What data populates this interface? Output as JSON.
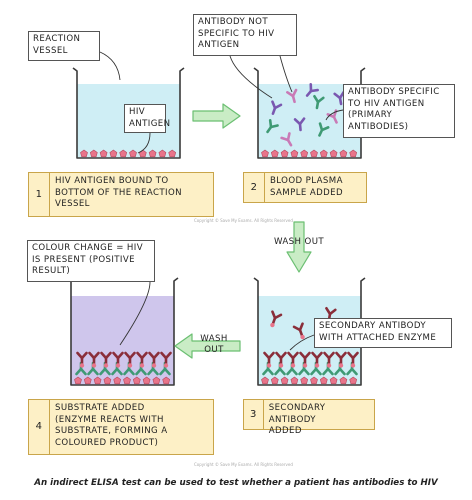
{
  "colors": {
    "liquid_blue": "#cfeef5",
    "liquid_purple": "#cfc6ec",
    "antigen": "#e8748a",
    "primary_antibody_purple": "#7a58b0",
    "primary_antibody_pink": "#c97ab6",
    "primary_antibody_green": "#3f9a74",
    "secondary_antibody": "#8a2e3a",
    "step_box_fill": "#fdf0c6",
    "arrow_fill": "#c9ecc5",
    "arrow_stroke": "#6bbf72"
  },
  "labels": {
    "reaction_vessel": "REACTION\nVESSEL",
    "hiv_antigen": "HIV\nANTIGEN",
    "antibody_not_specific": "ANTIBODY NOT\nSPECIFIC TO HIV\nANTIGEN",
    "antibody_specific": "ANTIBODY SPECIFIC\nTO HIV ANTIGEN\n(PRIMARY\nANTIBODIES)",
    "colour_change": "COLOUR CHANGE = HIV\nIS PRESENT (POSITIVE\nRESULT)",
    "secondary_antibody_enzyme": "SECONDARY ANTIBODY\nWITH ATTACHED ENZYME"
  },
  "arrows": {
    "wash_out_1": "WASH OUT",
    "wash_out_2": "WASH\nOUT"
  },
  "steps": [
    {
      "number": "1",
      "text": "HIV ANTIGEN BOUND TO\nBOTTOM OF THE REACTION\nVESSEL"
    },
    {
      "number": "2",
      "text": "BLOOD PLASMA\nSAMPLE ADDED"
    },
    {
      "number": "3",
      "text": "SECONDARY ANTIBODY\nADDED"
    },
    {
      "number": "4",
      "text": "SUBSTRATE ADDED\n(ENZYME REACTS WITH\nSUBSTRATE, FORMING A\nCOLOURED PRODUCT)"
    }
  ],
  "copyright": "Copyright © Save My Exams. All Rights Reserved",
  "caption": "An indirect ELISA test can be used to test whether a patient has antibodies to HIV"
}
